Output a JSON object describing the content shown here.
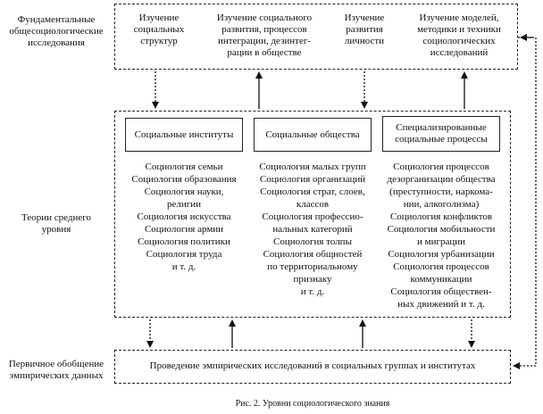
{
  "left_labels": {
    "fundamental": [
      "Фундаментальные",
      "общесоциологические",
      "исследования"
    ],
    "middle": [
      "Теории среднего",
      "уровня"
    ],
    "primary": [
      "Первичное обобщение",
      "эмпирических данных"
    ]
  },
  "top_items": [
    [
      "Изучение",
      "социальных",
      "структур"
    ],
    [
      "Изучение социального",
      "развития, процессов",
      "интеграции, дезинтег-",
      "рации в обществе"
    ],
    [
      "Изучение",
      "развития",
      "личности"
    ],
    [
      "Изучение моделей,",
      "методики и техники",
      "социологических",
      "исследований"
    ]
  ],
  "middle_headers": [
    [
      "Социальные институты"
    ],
    [
      "Социальные общества"
    ],
    [
      "Специализированные",
      "социальные процессы"
    ]
  ],
  "middle_columns": [
    [
      "Социология семьи",
      "Социология образования",
      "Социология науки,",
      "религии",
      "Социология искусства",
      "Социология армии",
      "Социология политики",
      "Социология труда",
      "и т. д."
    ],
    [
      "Социология малых групп",
      "Социология организаций",
      "Социология страт, слоев,",
      "классов",
      "Социология профессио-",
      "нальных категорий",
      "Социология толпы",
      "Социология общностей",
      "по территориальному",
      "признаку",
      "и т. д."
    ],
    [
      "Социология процессов",
      "дезорганизации общества",
      "(преступности, наркома-",
      "нии, алкоголизма)",
      "Социология конфликтов",
      "Социология мобильности",
      "и миграции",
      "Социология урбанизации",
      "Социология процессов",
      "коммуникации",
      "Социология обществен-",
      "ных движений и т. д."
    ]
  ],
  "bottom_text": "Проведение эмпирических исследований в социальных группах и институтах",
  "caption": "Рис. 2. Уровни социологического знания"
}
